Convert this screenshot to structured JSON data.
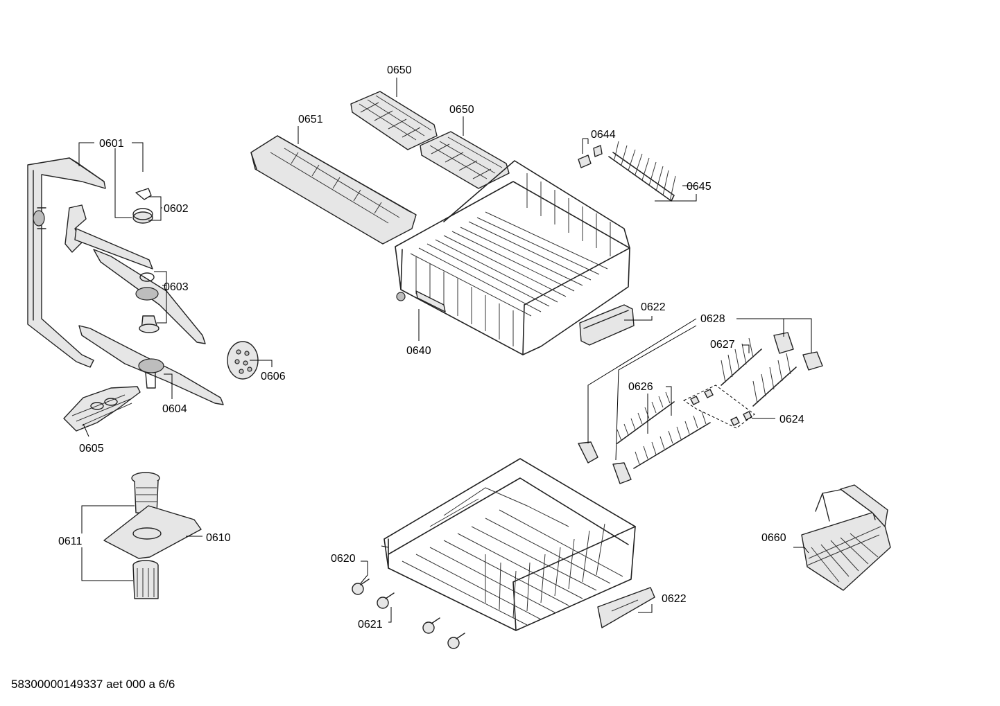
{
  "labels": {
    "p0601": "0601",
    "p0602": "0602",
    "p0603": "0603",
    "p0604": "0604",
    "p0605": "0605",
    "p0606": "0606",
    "p0610": "0610",
    "p0611": "0611",
    "p0620": "0620",
    "p0621": "0621",
    "p0622a": "0622",
    "p0622b": "0622",
    "p0624": "0624",
    "p0626": "0626",
    "p0627": "0627",
    "p0628": "0628",
    "p0640": "0640",
    "p0644": "0644",
    "p0645": "0645",
    "p0650a": "0650",
    "p0650b": "0650",
    "p0651": "0651",
    "p0660": "0660"
  },
  "footer": "58300000149337 aet 000 a 6/6"
}
